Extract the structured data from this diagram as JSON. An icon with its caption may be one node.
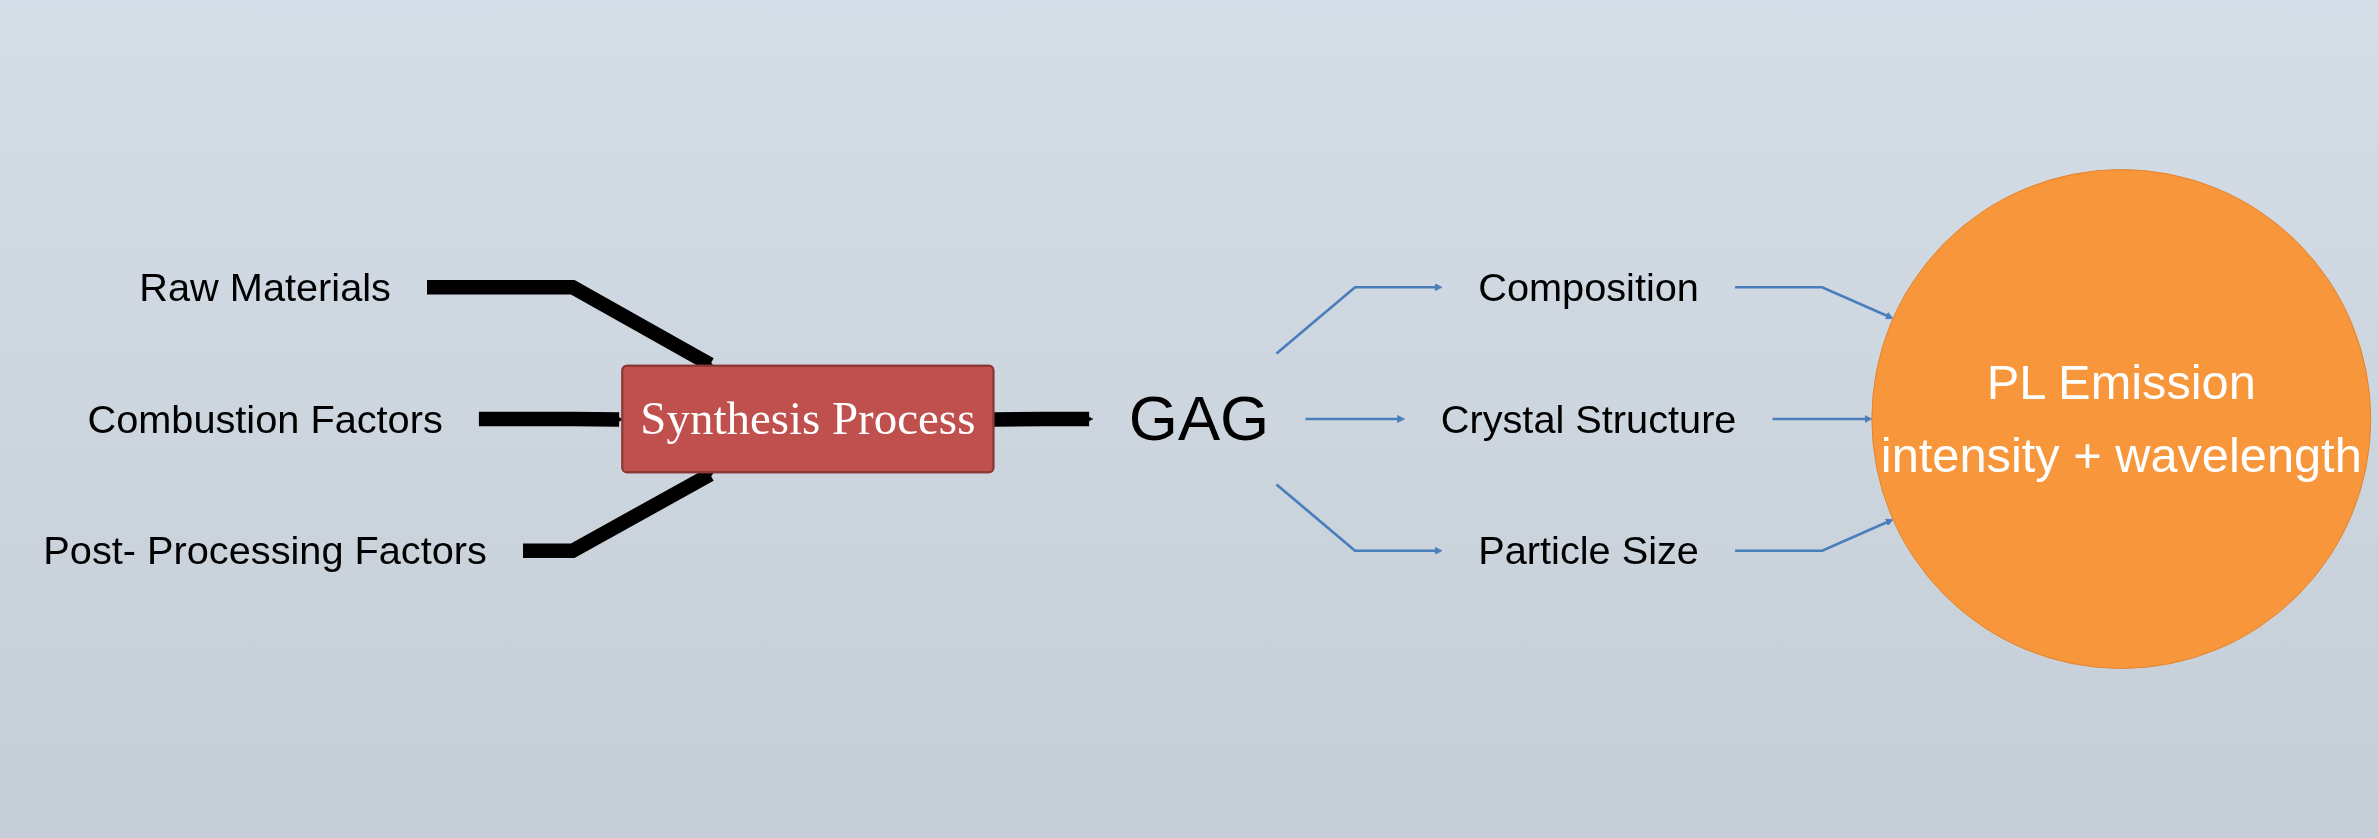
{
  "diagram": {
    "nodes": [
      {
        "text": [
          "Raw Materials"
        ]
      },
      {
        "text": [
          "Combustion Factors"
        ]
      },
      {
        "text": [
          "Synthesis Process"
        ]
      },
      {
        "text": [
          "Post- Processing Factors"
        ]
      },
      {
        "text": [
          "GAG"
        ]
      },
      {
        "text": [
          "Composition"
        ]
      },
      {
        "text": [
          "Crystal Structure"
        ]
      },
      {
        "text": [
          "Particle Size"
        ]
      },
      {
        "text": [
          "PL Emission",
          "intensity + wavelength"
        ]
      }
    ],
    "edges": [
      {
        "from": 0,
        "to": 2,
        "arrow": "to",
        "style": "thick",
        "color": "#000000"
      },
      {
        "from": 1,
        "to": 2,
        "arrow": "to",
        "style": "thick",
        "color": "#000000"
      },
      {
        "from": 3,
        "to": 2,
        "arrow": "to",
        "style": "thick",
        "color": "#000000"
      },
      {
        "from": 2,
        "to": 4,
        "arrow": "to",
        "style": "thick",
        "color": "#000000"
      },
      {
        "from": 4,
        "to": 5,
        "arrow": "to"
      },
      {
        "from": 4,
        "to": 6,
        "arrow": "to"
      },
      {
        "from": 4,
        "to": 7,
        "arrow": "to"
      },
      {
        "from": 5,
        "to": 8,
        "arrow": "to"
      },
      {
        "from": 6,
        "to": 8,
        "arrow": "to"
      },
      {
        "from": 7,
        "to": 8,
        "arrow": "to"
      }
    ]
  }
}
